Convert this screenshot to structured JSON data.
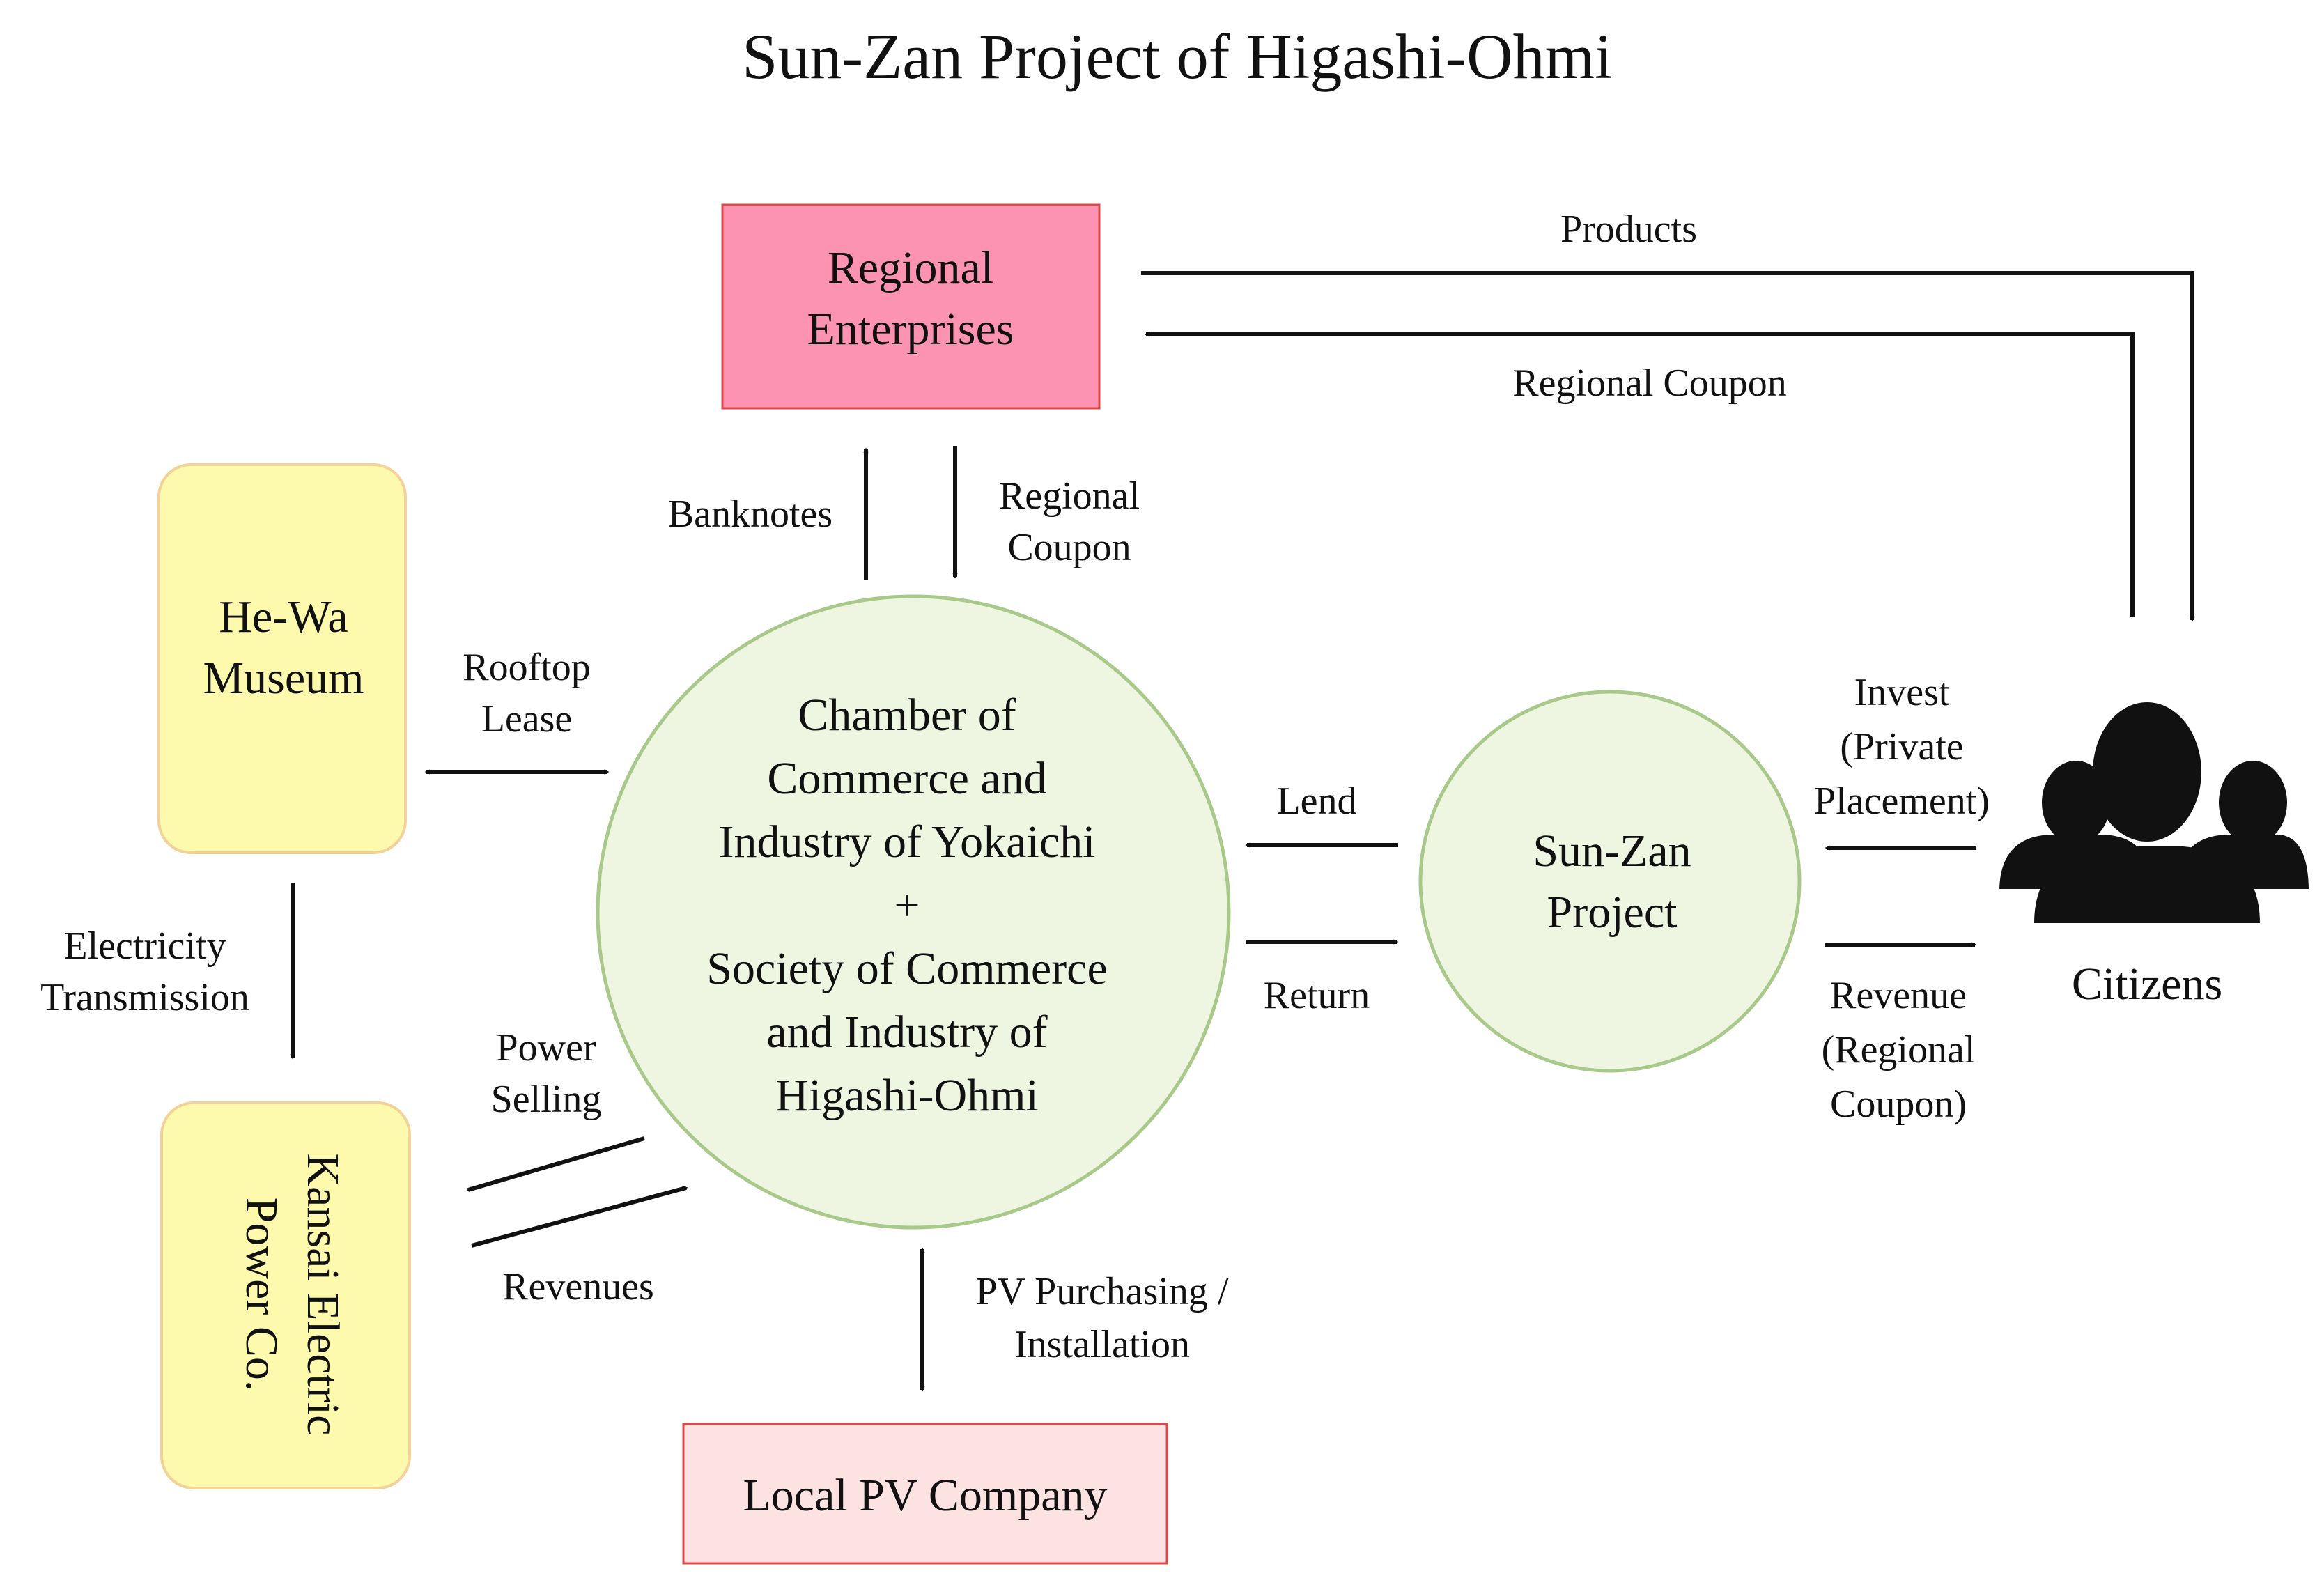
{
  "title": "Sun-Zan Project of Higashi-Ohmi",
  "colors": {
    "regional_enterprises_fill": "#fd93b2",
    "museum_fill": "#fdfaad",
    "kansai_fill": "#fdfaad",
    "yellow_border": "#f3d29a",
    "circle_fill": "#eef6e2",
    "circle_border": "#a8c98a",
    "pv_fill": "#fde2e2",
    "pv_border": "#e04848",
    "arrow": "#111111"
  },
  "nodes": {
    "regional_enterprises": [
      "Regional",
      "Enterprises"
    ],
    "he_wa_museum": [
      "He-Wa",
      "Museum"
    ],
    "kansai_electric": [
      "Kansai Electric",
      "Power Co."
    ],
    "chamber": [
      "Chamber of",
      "Commerce and",
      "Industry of Yokaichi",
      "+",
      "Society of Commerce",
      "and Industry of",
      "Higashi-Ohmi"
    ],
    "sun_zan_project": [
      "Sun-Zan",
      "Project"
    ],
    "local_pv_company": [
      "Local PV Company"
    ],
    "citizens": "Citizens"
  },
  "citizens_icon": "people-group-icon",
  "edges": {
    "products": [
      "Products"
    ],
    "regional_coupon_top": [
      "Regional Coupon"
    ],
    "banknotes": [
      "Banknotes"
    ],
    "regional_coupon_mid": [
      "Regional",
      "Coupon"
    ],
    "rooftop_lease": [
      "Rooftop",
      "Lease"
    ],
    "electricity_transmission": [
      "Electricity",
      "Transmission"
    ],
    "power_selling": [
      "Power",
      "Selling"
    ],
    "revenues": [
      "Revenues"
    ],
    "lend": [
      "Lend"
    ],
    "return": [
      "Return"
    ],
    "invest": [
      "Invest",
      "(Private",
      "Placement)"
    ],
    "revenue": [
      "Revenue",
      "(Regional",
      "Coupon)"
    ],
    "pv_purchasing": [
      "PV Purchasing /",
      "Installation"
    ]
  }
}
